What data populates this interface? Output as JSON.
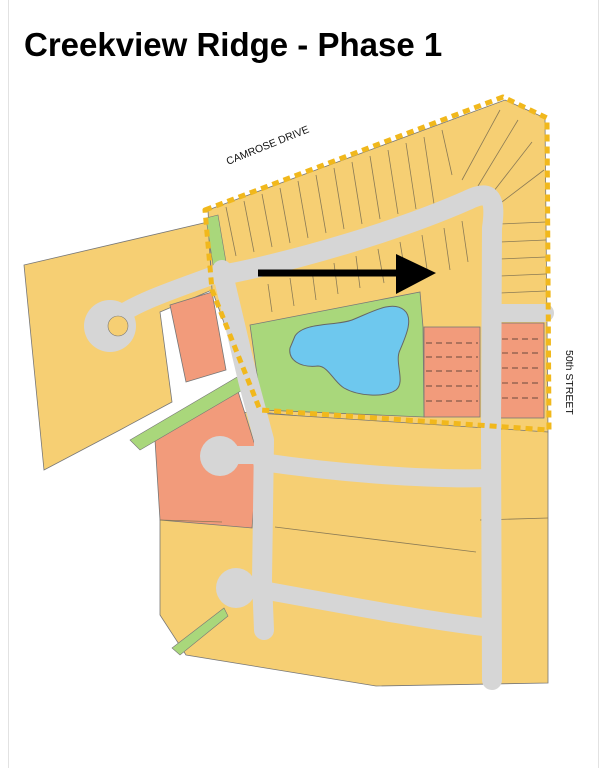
{
  "title": "Creekview Ridge - Phase 1",
  "map": {
    "labels": {
      "camrose_drive": "CAMROSE DRIVE",
      "street_50th": "50th STREET"
    },
    "legend_colors": {
      "residential_lot": "#f6cf73",
      "multi_family_lot": "#f29b7b",
      "green_space": "#a9d77b",
      "pond": "#6ec8ee",
      "road": "#d6d6d6",
      "phase_boundary": "#f1b81c",
      "arrow": "#000000"
    }
  }
}
